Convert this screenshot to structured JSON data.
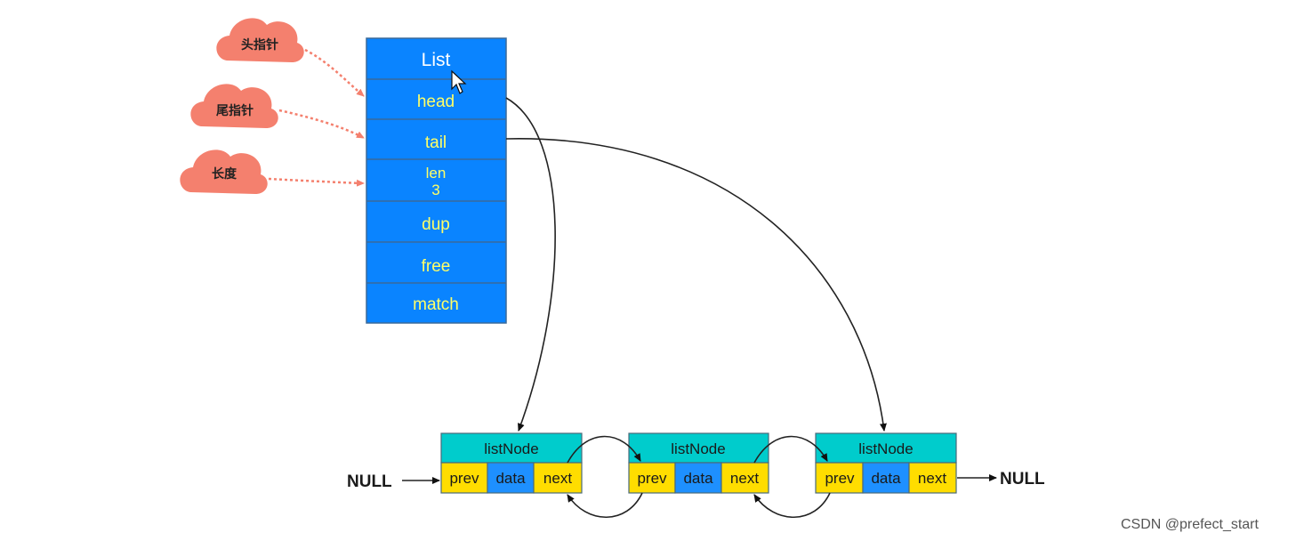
{
  "list": {
    "title": "List",
    "fields": [
      "head",
      "tail",
      "len",
      "dup",
      "free",
      "match"
    ],
    "len_value": "3"
  },
  "clouds": {
    "head_pointer": "头指针",
    "tail_pointer": "尾指针",
    "length": "长度"
  },
  "nodes": [
    {
      "title": "listNode",
      "cells": [
        "prev",
        "data",
        "next"
      ]
    },
    {
      "title": "listNode",
      "cells": [
        "prev",
        "data",
        "next"
      ]
    },
    {
      "title": "listNode",
      "cells": [
        "prev",
        "data",
        "next"
      ]
    }
  ],
  "null_left": "NULL",
  "null_right": "NULL",
  "watermark": "CSDN @prefect_start",
  "colors": {
    "list_fill": "#0a84ff",
    "list_text": "#ffff66",
    "node_header": "#00cccc",
    "cell_yellow": "#ffdd00",
    "cell_blue": "#1e90ff",
    "cloud": "#f4806e"
  }
}
